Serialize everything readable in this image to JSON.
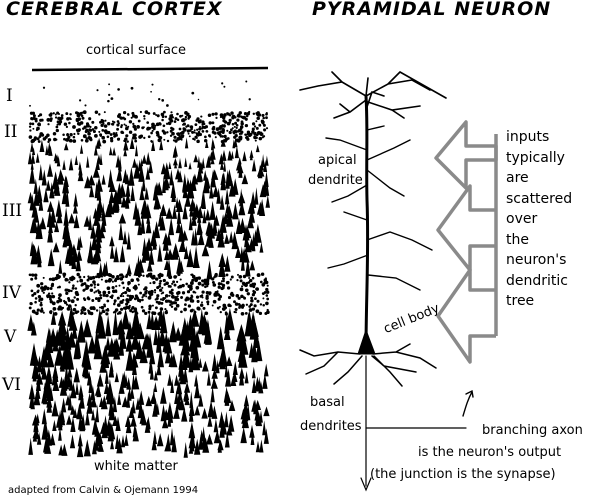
{
  "left_title": "CEREBRAL CORTEX",
  "right_title": "PYRAMIDAL NEURON",
  "surface_label": "cortical surface",
  "white_matter_label": "white matter",
  "credit": "adapted from Calvin & Ojemann 1994",
  "layers": [
    "I",
    "II",
    "III",
    "IV",
    "V",
    "VI"
  ],
  "neuron_labels": {
    "apical_line1": "apical",
    "apical_line2": "dendrite",
    "cell_body": "cell body",
    "basal_line1": "basal",
    "basal_line2": "dendrites"
  },
  "inputs_lines": [
    "inputs",
    "typically",
    "are",
    "scattered",
    "over",
    "the",
    "neuron's",
    "dendritic",
    "tree"
  ],
  "axon_lines": [
    "branching axon",
    "is the neuron's output",
    "(the junction is the synapse)"
  ],
  "colors": {
    "ink": "#000000",
    "arrow_gray": "#8a8a8a"
  }
}
